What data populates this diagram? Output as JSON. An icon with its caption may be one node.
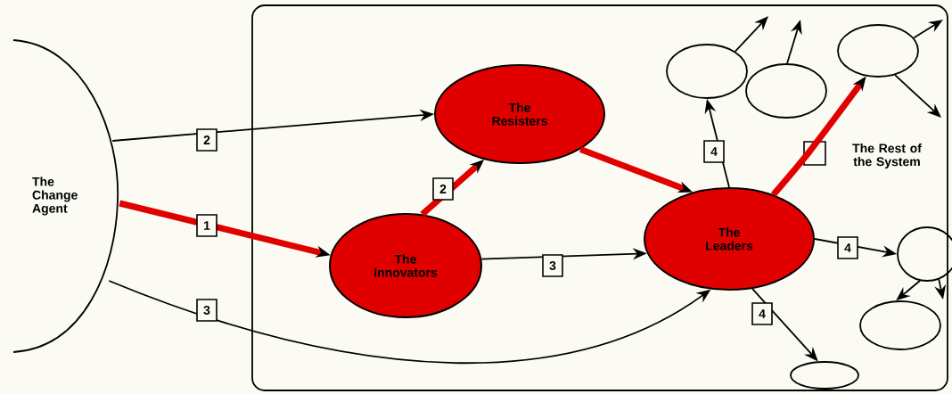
{
  "diagram": {
    "nodes": [
      {
        "text": [
          "The Change Agent"
        ]
      },
      {
        "text": [
          "The Rest of the System"
        ]
      },
      {
        "text": [
          "The Resisters"
        ],
        "in": 1
      },
      {
        "text": [
          "The Innovators"
        ],
        "in": 1
      },
      {
        "text": [
          "The Leaders"
        ],
        "in": 1
      },
      {
        "text": [],
        "shape": "circle",
        "in": 1
      },
      {
        "text": [],
        "shape": "circle",
        "in": 1
      },
      {
        "text": [],
        "shape": "circle",
        "in": 1
      },
      {
        "text": [],
        "shape": "circle",
        "in": 1
      },
      {
        "text": [],
        "shape": "circle",
        "in": 1
      },
      {
        "text": [],
        "shape": "circle",
        "in": 1
      }
    ],
    "edges": [
      {
        "from": 0,
        "to": 2,
        "arrow": "to",
        "label": "2"
      },
      {
        "from": 0,
        "to": 3,
        "arrow": "to",
        "label": "1",
        "style": "thick",
        "color": "#e00000"
      },
      {
        "from": 0,
        "to": 4,
        "arrow": "to",
        "label": "3"
      },
      {
        "from": 3,
        "to": 2,
        "arrow": "to",
        "label": "2",
        "style": "thick",
        "color": "#e00000"
      },
      {
        "from": 3,
        "to": 4,
        "arrow": "to",
        "label": "3"
      },
      {
        "from": 2,
        "to": 4,
        "arrow": "to",
        "style": "thick",
        "color": "#e00000"
      },
      {
        "from": 4,
        "to": 5,
        "arrow": "to",
        "label": "4"
      },
      {
        "from": 4,
        "to": 7,
        "arrow": "to",
        "style": "thick",
        "color": "#e00000"
      },
      {
        "from": 4,
        "to": 8,
        "arrow": "to",
        "label": "4"
      },
      {
        "from": 4,
        "to": 10,
        "arrow": "to",
        "label": "4"
      },
      {
        "from": 5,
        "to": null,
        "arrow": "to"
      },
      {
        "from": 6,
        "to": null,
        "arrow": "to"
      },
      {
        "from": 7,
        "to": null,
        "arrow": "to"
      },
      {
        "from": 7,
        "to": null,
        "arrow": "to"
      },
      {
        "from": 8,
        "to": 9,
        "arrow": "to"
      },
      {
        "from": 8,
        "to": null,
        "arrow": "to"
      }
    ]
  }
}
